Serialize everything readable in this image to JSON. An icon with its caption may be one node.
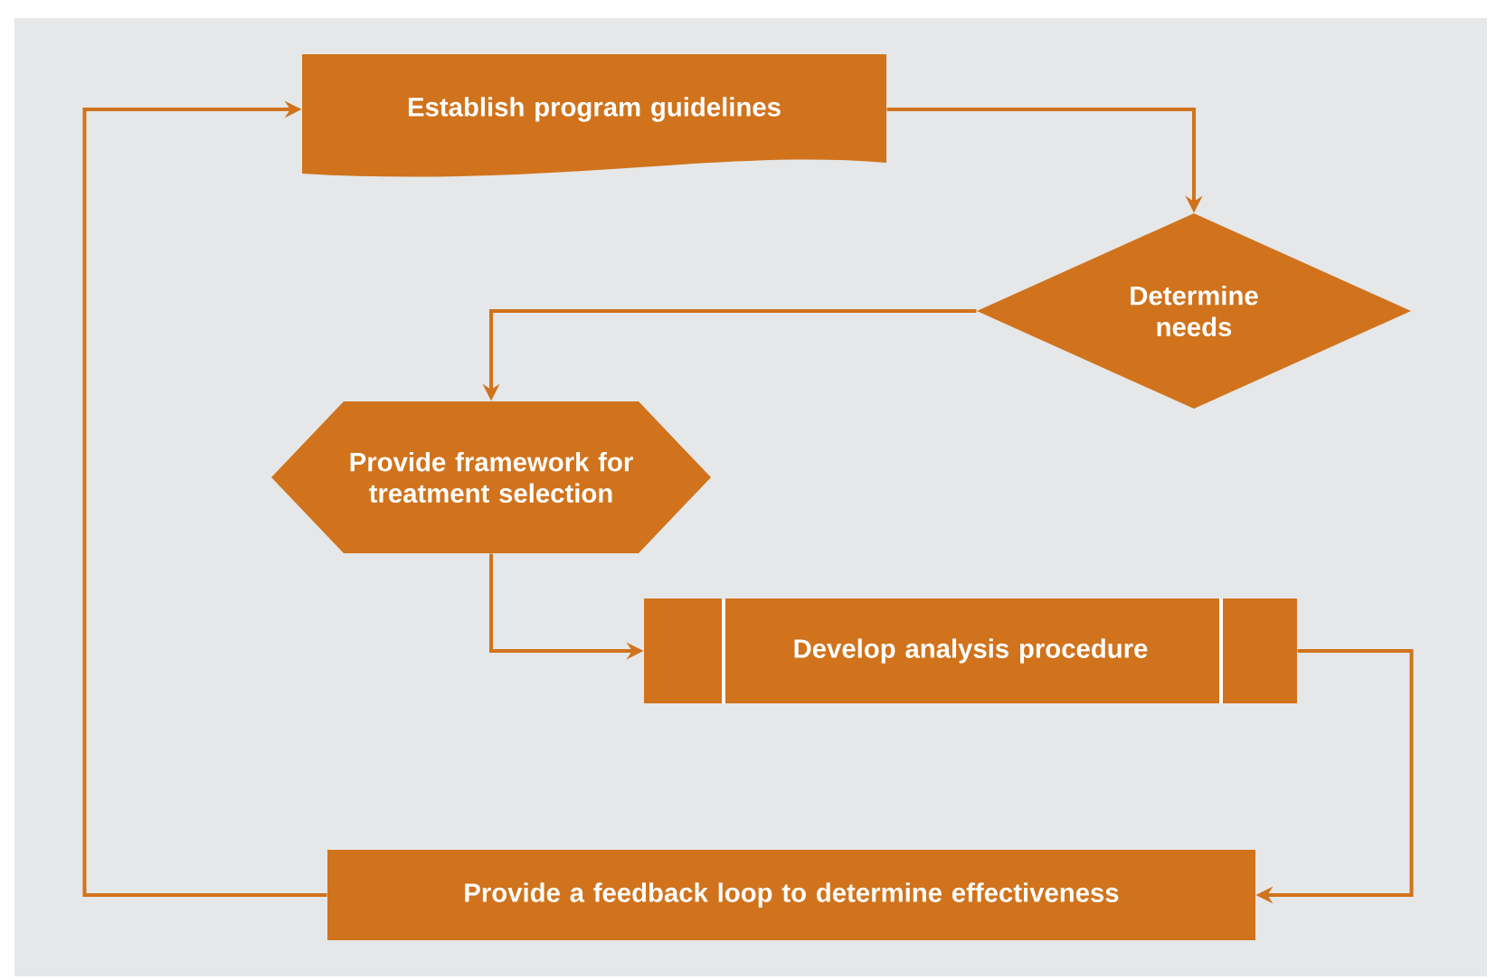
{
  "diagram": {
    "nodes": [
      {
        "text": [
          "Establish program guidelines"
        ]
      },
      {
        "text": [
          "Determine needs"
        ]
      },
      {
        "text": [
          "Provide framework for treatment selection"
        ]
      },
      {
        "text": [
          "Develop analysis procedure"
        ]
      },
      {
        "text": [
          "Provide a feedback loop to determine effectiveness"
        ]
      }
    ],
    "edges": [
      {
        "from": 0,
        "to": 1,
        "arrow": "to"
      },
      {
        "from": 1,
        "to": 2,
        "arrow": "to"
      },
      {
        "from": 2,
        "to": 3,
        "arrow": "to"
      },
      {
        "from": 3,
        "to": 4,
        "arrow": "to"
      },
      {
        "from": 4,
        "to": 0,
        "arrow": "to"
      }
    ]
  }
}
